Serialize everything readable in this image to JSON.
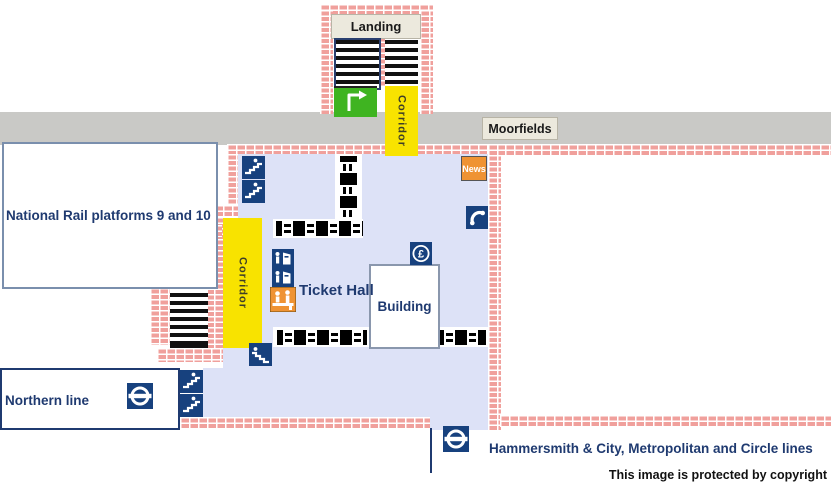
{
  "labels": {
    "landing": "Landing",
    "corridor_top": "Corridor",
    "street": "Moorfields",
    "national_rail": "National Rail platforms 9 and 10",
    "corridor_left": "Corridor",
    "ticket_hall": "Ticket Hall",
    "building": "Building",
    "news": "News",
    "pound": "£",
    "northern_line": "Northern line",
    "hc_lines": "Hammersmith & City, Metropolitan and Circle lines",
    "copyright": "This image is protected by copyright"
  },
  "icons": {
    "way_out": "exit arrow (way out)",
    "escalator": "escalator",
    "stairs": "stairs",
    "telephone": "public telephone",
    "news_kiosk": "news kiosk",
    "ticket_machine": "ticket machine",
    "ticket_office": "ticket office window",
    "ticket_machine_pound": "ticket machine (£)",
    "ticket_gates": "ticket gates",
    "roundel": "London Underground roundel"
  },
  "colors": {
    "brick": "#f0a09c",
    "street_gray": "#c9c9c6",
    "hall_blue": "#dde2f7",
    "corridor_yellow": "#f8e300",
    "exit_green": "#3fb421",
    "icon_navy": "#17417e",
    "kiosk_orange": "#ef9333",
    "label_beige": "#ece9dd",
    "text_navy": "#1f3a70"
  }
}
